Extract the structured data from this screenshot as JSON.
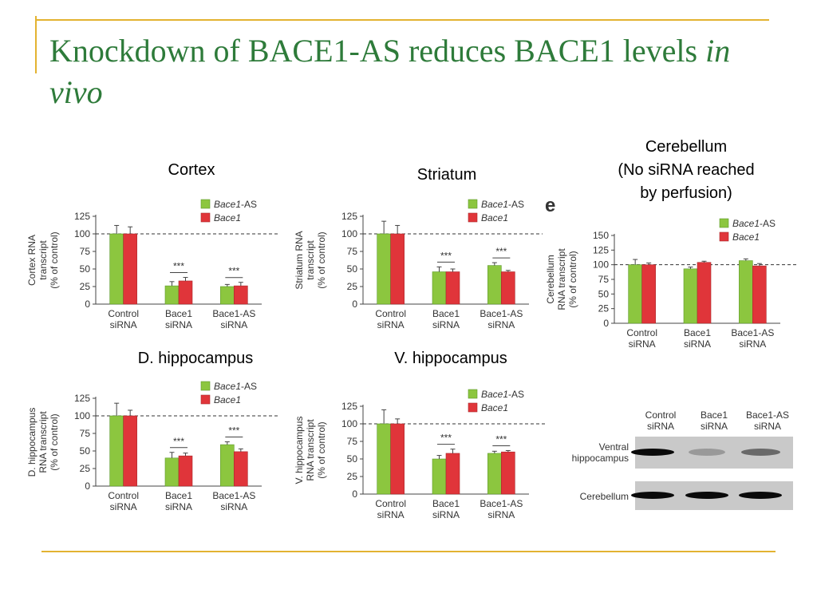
{
  "slide": {
    "title_main": "Knockdown of BACE1-AS reduces BACE1 levels",
    "title_italic": "in vivo"
  },
  "captions": {
    "cortex": "Cortex",
    "striatum": "Striatum",
    "cerebellum_line1": "Cerebellum",
    "cerebellum_line2": "(No siRNA reached",
    "cerebellum_line3": "by perfusion)",
    "d_hippocampus": "D. hippocampus",
    "v_hippocampus": "V. hippocampus"
  },
  "panel_letter": "e",
  "colors": {
    "as": "#8cc63f",
    "bace1": "#e0353a",
    "accent": "#e3b331",
    "title": "#2e7b3a"
  },
  "chart_data": [
    {
      "id": "cortex",
      "type": "bar",
      "categories": [
        [
          "Control",
          "siRNA"
        ],
        [
          "Bace1",
          "siRNA"
        ],
        [
          "Bace1-AS",
          "siRNA"
        ]
      ],
      "ylabel": [
        "Cortex RNA",
        "transcript",
        "(% of control)"
      ],
      "ylim": [
        0,
        125
      ],
      "yticks": [
        0,
        25,
        50,
        75,
        100,
        125
      ],
      "reference_line": 100,
      "legend": [
        "Bace1-AS",
        "Bace1"
      ],
      "series": [
        {
          "name": "Bace1-AS",
          "values": [
            100,
            26,
            25
          ],
          "errors": [
            12,
            6,
            3
          ]
        },
        {
          "name": "Bace1",
          "values": [
            100,
            33,
            26
          ],
          "errors": [
            10,
            5,
            5
          ]
        }
      ],
      "significance": [
        "",
        "***",
        "***"
      ]
    },
    {
      "id": "striatum",
      "type": "bar",
      "categories": [
        [
          "Control",
          "siRNA"
        ],
        [
          "Bace1",
          "siRNA"
        ],
        [
          "Bace1-AS",
          "siRNA"
        ]
      ],
      "ylabel": [
        "Striatum RNA",
        "transcript",
        "(% of control)"
      ],
      "ylim": [
        0,
        125
      ],
      "yticks": [
        0,
        25,
        50,
        75,
        100,
        125
      ],
      "reference_line": 100,
      "legend": [
        "Bace1-AS",
        "Bace1"
      ],
      "series": [
        {
          "name": "Bace1-AS",
          "values": [
            100,
            46,
            55
          ],
          "errors": [
            18,
            7,
            4
          ]
        },
        {
          "name": "Bace1",
          "values": [
            100,
            46,
            46
          ],
          "errors": [
            12,
            4,
            2
          ]
        }
      ],
      "significance": [
        "",
        "***",
        "***"
      ]
    },
    {
      "id": "cerebellum",
      "type": "bar",
      "categories": [
        [
          "Control",
          "siRNA"
        ],
        [
          "Bace1",
          "siRNA"
        ],
        [
          "Bace1-AS",
          "siRNA"
        ]
      ],
      "ylabel": [
        "Cerebellum",
        "RNA transcript",
        "(% of control)"
      ],
      "ylim": [
        0,
        150
      ],
      "yticks": [
        0,
        25,
        50,
        75,
        100,
        125,
        150
      ],
      "reference_line": 100,
      "legend": [
        "Bace1-AS",
        "Bace1"
      ],
      "series": [
        {
          "name": "Bace1-AS",
          "values": [
            100,
            93,
            107
          ],
          "errors": [
            9,
            3,
            3
          ]
        },
        {
          "name": "Bace1",
          "values": [
            100,
            104,
            98
          ],
          "errors": [
            3,
            2,
            4
          ]
        }
      ],
      "significance": [
        "",
        "",
        ""
      ]
    },
    {
      "id": "d_hippocampus",
      "type": "bar",
      "categories": [
        [
          "Control",
          "siRNA"
        ],
        [
          "Bace1",
          "siRNA"
        ],
        [
          "Bace1-AS",
          "siRNA"
        ]
      ],
      "ylabel": [
        "D. hippocampus",
        "RNA transcript",
        "(% of control)"
      ],
      "ylim": [
        0,
        125
      ],
      "yticks": [
        0,
        25,
        50,
        75,
        100,
        125
      ],
      "reference_line": 100,
      "legend": [
        "Bace1-AS",
        "Bace1"
      ],
      "series": [
        {
          "name": "Bace1-AS",
          "values": [
            100,
            40,
            59
          ],
          "errors": [
            18,
            8,
            4
          ]
        },
        {
          "name": "Bace1",
          "values": [
            100,
            43,
            49
          ],
          "errors": [
            8,
            4,
            4
          ]
        }
      ],
      "significance": [
        "",
        "***",
        "***"
      ]
    },
    {
      "id": "v_hippocampus",
      "type": "bar",
      "categories": [
        [
          "Control",
          "siRNA"
        ],
        [
          "Bace1",
          "siRNA"
        ],
        [
          "Bace1-AS",
          "siRNA"
        ]
      ],
      "ylabel": [
        "V. hippocampus",
        "RNA transcript",
        "(% of control)"
      ],
      "ylim": [
        0,
        125
      ],
      "yticks": [
        0,
        25,
        50,
        75,
        100,
        125
      ],
      "reference_line": 100,
      "legend": [
        "Bace1-AS",
        "Bace1"
      ],
      "series": [
        {
          "name": "Bace1-AS",
          "values": [
            100,
            50,
            58
          ],
          "errors": [
            20,
            5,
            3
          ]
        },
        {
          "name": "Bace1",
          "values": [
            100,
            58,
            60
          ],
          "errors": [
            7,
            6,
            2
          ]
        }
      ],
      "significance": [
        "",
        "***",
        "***"
      ]
    }
  ],
  "western_blot": {
    "columns": [
      [
        "Control",
        "siRNA"
      ],
      [
        "Bace1",
        "siRNA"
      ],
      [
        "Bace1-AS",
        "siRNA"
      ]
    ],
    "rows": [
      {
        "label": [
          "Ventral",
          "hippocampus"
        ],
        "band_intensity": [
          1.0,
          0.25,
          0.5
        ]
      },
      {
        "label": [
          "Cerebellum"
        ],
        "band_intensity": [
          1.0,
          1.0,
          1.0
        ]
      }
    ]
  }
}
